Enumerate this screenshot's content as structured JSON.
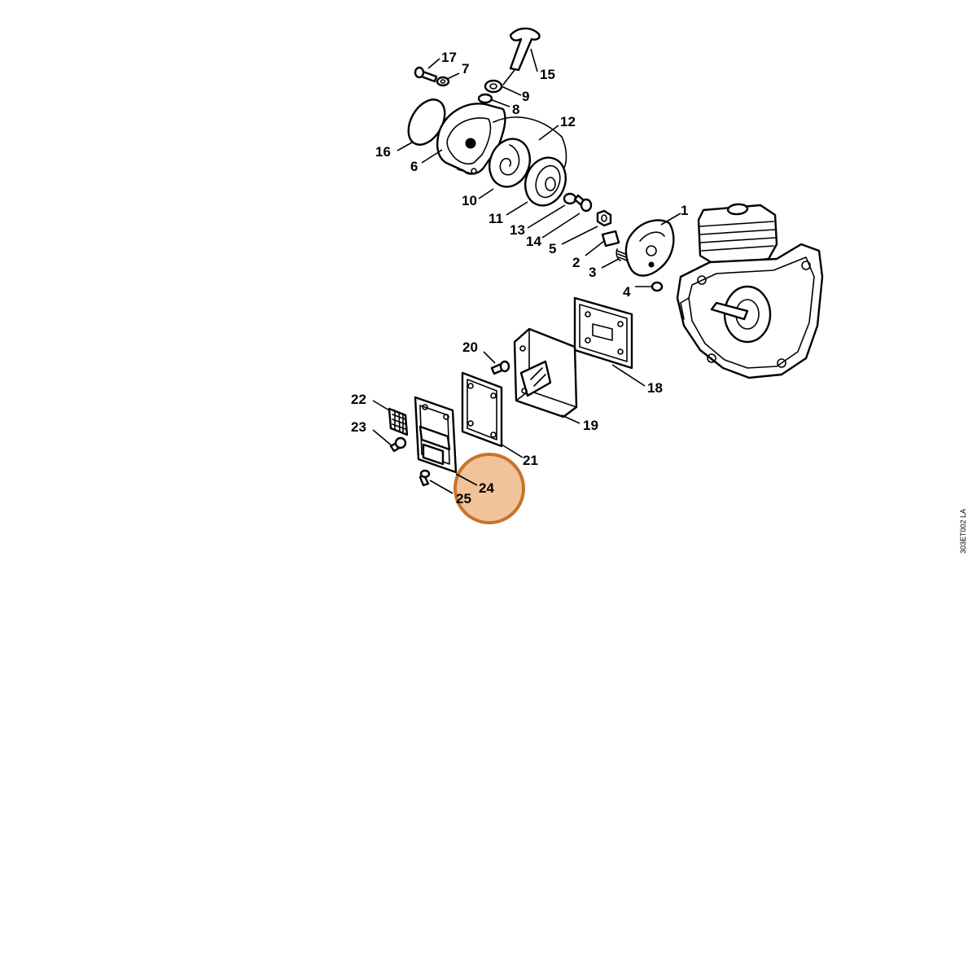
{
  "drawing_code": "303ET002 LA",
  "highlight": {
    "part": "24",
    "color": "#c8732a",
    "fill": "#f2c29b"
  },
  "labels": {
    "p1": "1",
    "p2": "2",
    "p3": "3",
    "p4": "4",
    "p5": "5",
    "p6": "6",
    "p7": "7",
    "p8": "8",
    "p9": "9",
    "p10": "10",
    "p11": "11",
    "p12": "12",
    "p13": "13",
    "p14": "14",
    "p15": "15",
    "p16": "16",
    "p17": "17",
    "p18": "18",
    "p19": "19",
    "p20": "20",
    "p21": "21",
    "p22": "22",
    "p23": "23",
    "p24": "24",
    "p25": "25"
  }
}
